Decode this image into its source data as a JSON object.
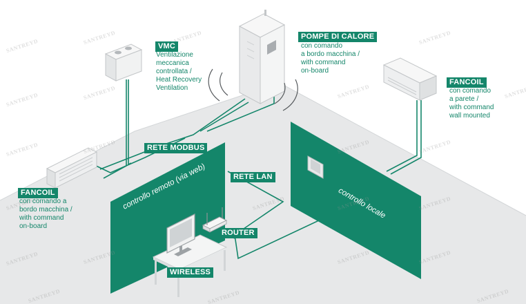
{
  "labels": {
    "vmc": {
      "title": "VMC",
      "desc": "Ventilazione\nmeccanica\ncontrollata /\nHeat Recovery\nVentilation"
    },
    "pompe": {
      "title": "POMPE DI CALORE",
      "desc": "con comando\na bordo macchina /\nwith command\non-board"
    },
    "fancoil_right": {
      "title": "FANCOIL",
      "desc": "con comando\na parete /\nwith command\nwall mounted"
    },
    "fancoil_left": {
      "title": "FANCOIL",
      "desc": "con comando a\nbordo macchina /\nwith command\non-board"
    },
    "rete_modbus": "RETE MODBUS",
    "rete_lan": "RETE LAN",
    "router": "ROUTER",
    "wireless": "WIRELESS",
    "controllo_remoto": "controllo remoto (via web)",
    "controllo_locale": "controllo locale"
  },
  "watermark": "SANTREYD",
  "colors": {
    "green": "#14866a",
    "floor": "#e7e8e9",
    "floor_edge": "#d7d9db",
    "device": "#f1f2f2",
    "device_edge": "#c3c6c8"
  }
}
